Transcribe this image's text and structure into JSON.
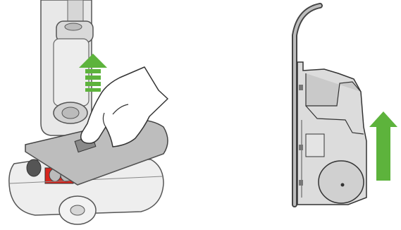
{
  "figure": {
    "panels": [
      {
        "id": "left",
        "subject": "vacuum-cleaner-head-cover-removal",
        "arrow_direction": "up",
        "arrow_style": "striped"
      },
      {
        "id": "right",
        "subject": "device-side-section",
        "arrow_direction": "up",
        "arrow_style": "solid"
      }
    ],
    "colors": {
      "arrow_green": "#5db33c",
      "arrow_green_dark": "#3f8f22",
      "outline": "#333333",
      "device_gray": "#d9d9d9",
      "device_light": "#eeeeee",
      "accent_red": "#d7261e"
    },
    "icons": [
      "hand-icon",
      "up-arrow-icon"
    ]
  }
}
